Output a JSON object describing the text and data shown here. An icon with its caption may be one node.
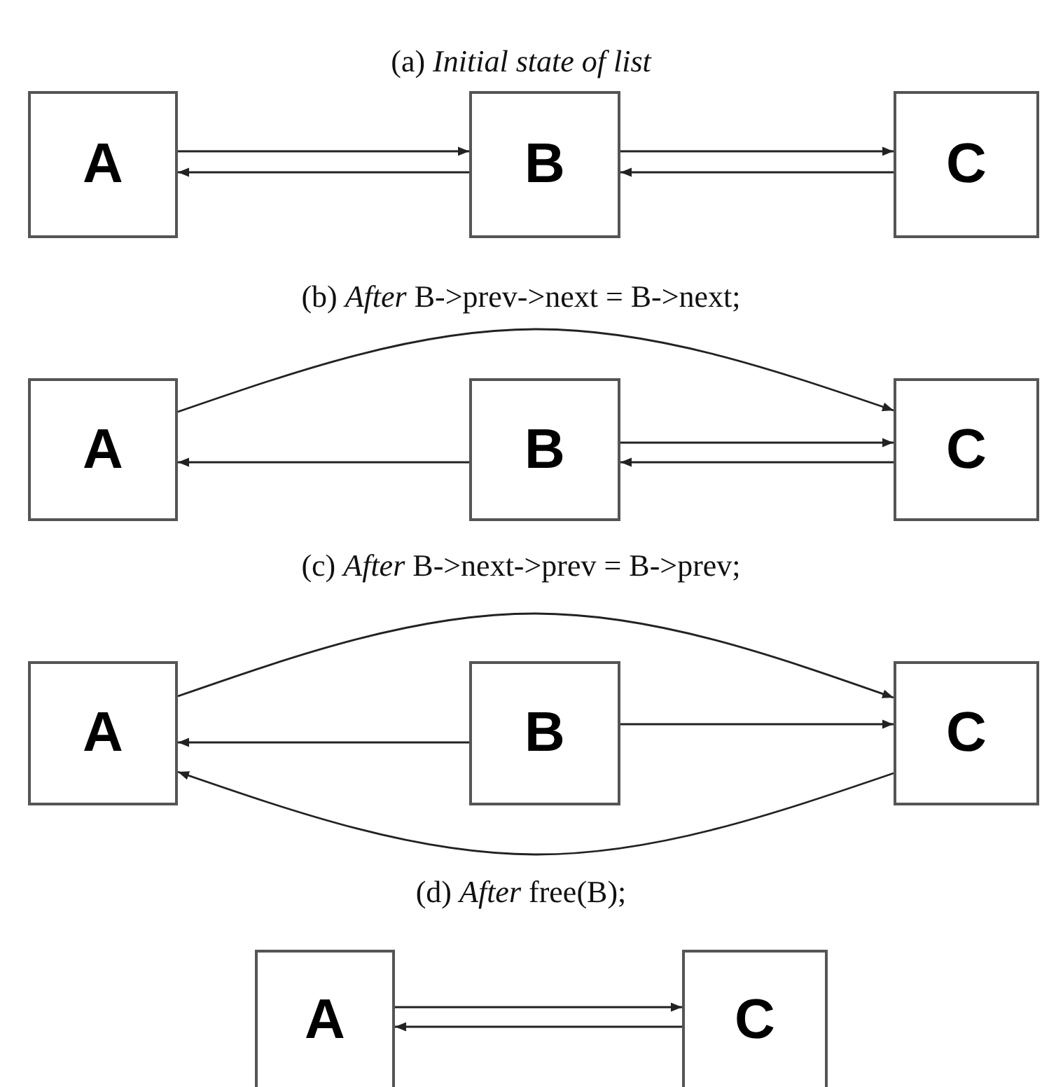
{
  "diagram": {
    "nodes": [
      {
        "text": [
          "A"
        ]
      },
      {
        "text": [
          "B"
        ]
      },
      {
        "text": [
          "C"
        ]
      },
      {
        "text": [
          "A"
        ]
      },
      {
        "text": [
          "B"
        ]
      },
      {
        "text": [
          "C"
        ]
      },
      {
        "text": [
          "A"
        ]
      },
      {
        "text": [
          "B"
        ]
      },
      {
        "text": [
          "C"
        ]
      },
      {
        "text": [
          "A"
        ]
      },
      {
        "text": [
          "C"
        ]
      }
    ],
    "edges": [
      {
        "from": 0,
        "to": 1,
        "arrow": "to"
      },
      {
        "from": 1,
        "to": 0,
        "arrow": "to"
      },
      {
        "from": 1,
        "to": 2,
        "arrow": "to"
      },
      {
        "from": 2,
        "to": 1,
        "arrow": "to"
      },
      {
        "from": 3,
        "to": 5,
        "arrow": "to"
      },
      {
        "from": 4,
        "to": 3,
        "arrow": "to"
      },
      {
        "from": 4,
        "to": 5,
        "arrow": "to"
      },
      {
        "from": 5,
        "to": 4,
        "arrow": "to"
      },
      {
        "from": 6,
        "to": 8,
        "arrow": "to"
      },
      {
        "from": 7,
        "to": 6,
        "arrow": "to"
      },
      {
        "from": 7,
        "to": 8,
        "arrow": "to"
      },
      {
        "from": 8,
        "to": 6,
        "arrow": "to"
      },
      {
        "from": 9,
        "to": 10,
        "arrow": "to"
      },
      {
        "from": 10,
        "to": 9,
        "arrow": "to"
      }
    ],
    "labels": [
      "(a) *Initial state of list*",
      "(b) *After* B->prev->next = B->next;",
      "(c) *After* B->next->prev = B->prev;",
      "(d) *After* free(B);"
    ]
  }
}
